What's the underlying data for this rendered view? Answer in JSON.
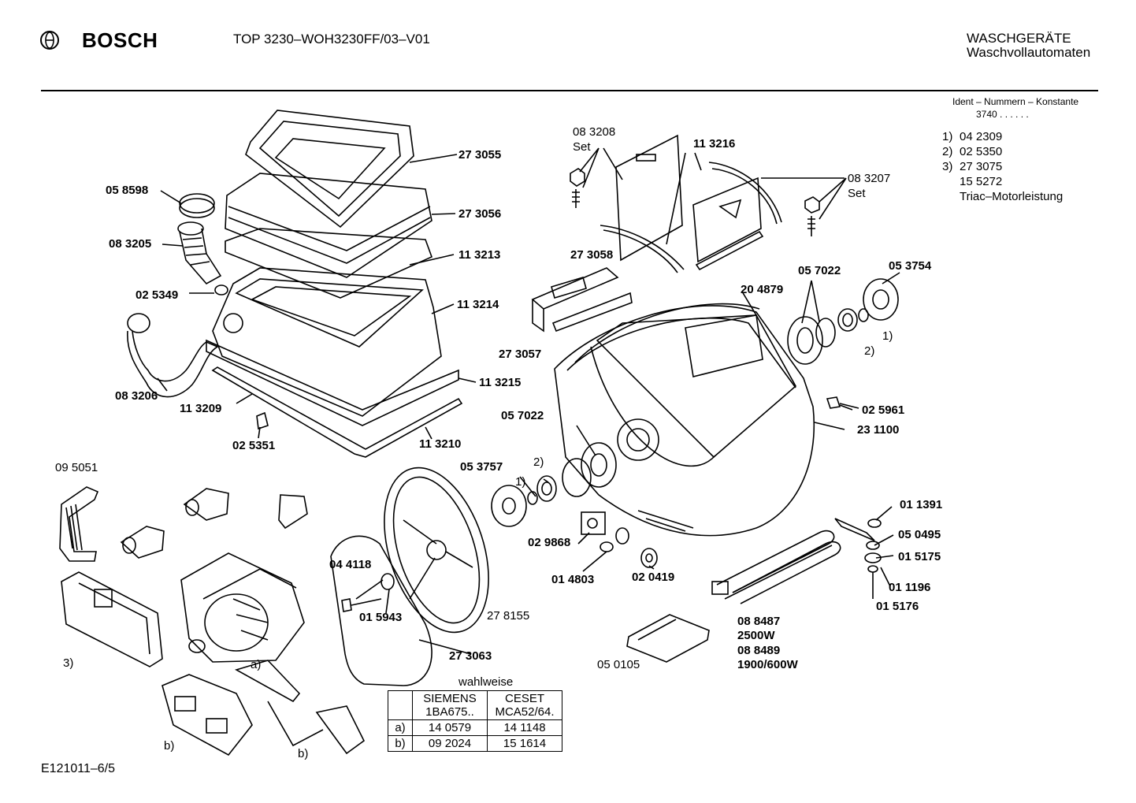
{
  "header": {
    "brand": "BOSCH",
    "model": "TOP 3230–WOH3230FF/03–V01",
    "category": "WASCHGERÄTE",
    "subcategory": "Waschvollautomaten"
  },
  "ident": {
    "title": "Ident – Nummern – Konstante",
    "value": "3740 . . . . . ."
  },
  "notes": [
    {
      "n": "1)",
      "text": "04 2309"
    },
    {
      "n": "2)",
      "text": "02 5350"
    },
    {
      "n": "3)",
      "text": "27 3075"
    },
    {
      "n": "",
      "text": "15 5272"
    },
    {
      "n": "",
      "text": "Triac–Motorleistung"
    }
  ],
  "labels": {
    "p273055": "27 3055",
    "p058598": "05 8598",
    "p273056": "27 3056",
    "p083205": "08 3205",
    "p113213": "11 3213",
    "p025349": "02 5349",
    "p113214": "11 3214",
    "p083206": "08 3206",
    "p113209": "11 3209",
    "p113215": "11 3215",
    "p025351": "02 5351",
    "p113210": "11 3210",
    "p083208": "08 3208",
    "set1": "Set",
    "p113216": "11 3216",
    "p083207": "08 3207",
    "set2": "Set",
    "p273058": "27 3058",
    "p273057": "27 3057",
    "p204879": "20 4879",
    "p057022a": "05 7022",
    "p053754": "05 3754",
    "n2a": "2)",
    "n1a": "1)",
    "p025961": "02 5961",
    "p231100": "23 1100",
    "p057022b": "05 7022",
    "p053757": "05 3757",
    "n2b": "2)",
    "n1b": "1)",
    "p095051": "09 5051",
    "p029868": "02 9868",
    "p014803": "01 4803",
    "p020419": "02 0419",
    "p044118": "04 4118",
    "p015943": "01 5943",
    "p278155": "27 8155",
    "p273063": "27 3063",
    "p011391": "01 1391",
    "p050495": "05 0495",
    "p015175": "01 5175",
    "p011196": "01 1196",
    "p015176": "01 5176",
    "p088487": "08 8487",
    "w2500": "2500W",
    "p088489": "08 8489",
    "w1900": "1900/600W",
    "p050105": "05 0105",
    "n3": "3)",
    "na": "a)",
    "nb1": "b)",
    "nb2": "b)"
  },
  "options_table": {
    "title": "wahlweise",
    "col1": [
      "SIEMENS",
      "1BA675.."
    ],
    "col2": [
      "CESET",
      "MCA52/64."
    ],
    "rows": [
      {
        "key": "a)",
        "v1": "14 0579",
        "v2": "14 1148"
      },
      {
        "key": "b)",
        "v1": "09 2024",
        "v2": "15 1614"
      }
    ]
  },
  "footer": {
    "code": "E121011–6/5"
  }
}
